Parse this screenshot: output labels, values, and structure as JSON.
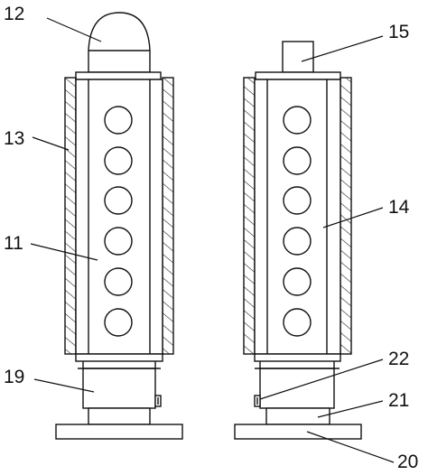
{
  "labels": {
    "l12": "12",
    "l13": "13",
    "l11": "11",
    "l19": "19",
    "l15": "15",
    "l14": "14",
    "l22": "22",
    "l21": "21",
    "l20": "20"
  },
  "assemblies": {
    "left": {
      "top_cap": "dome-cap",
      "window_count": 6
    },
    "right": {
      "top_cap": "square-cap",
      "window_count": 6
    }
  }
}
